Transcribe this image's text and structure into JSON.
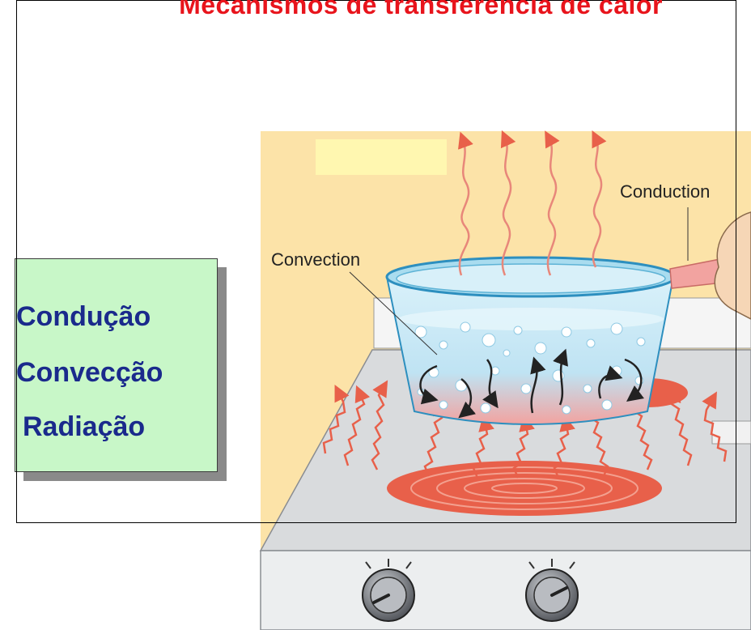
{
  "slide": {
    "title": "Mecanismos de transferencia de calor"
  },
  "topics": [
    "Condução",
    "Convecção",
    "Radiação"
  ],
  "diagram": {
    "labels": {
      "conduction": "Conduction",
      "convection": "Convection"
    }
  },
  "colors": {
    "title": "#e8141c",
    "topic_text": "#1a2a8c",
    "topic_box": "#c8f7c8",
    "background_panel": "#fce3a8",
    "heat_waves": "#e8604a",
    "water": "#bfe6f5",
    "stove": "#d9dbdd"
  }
}
